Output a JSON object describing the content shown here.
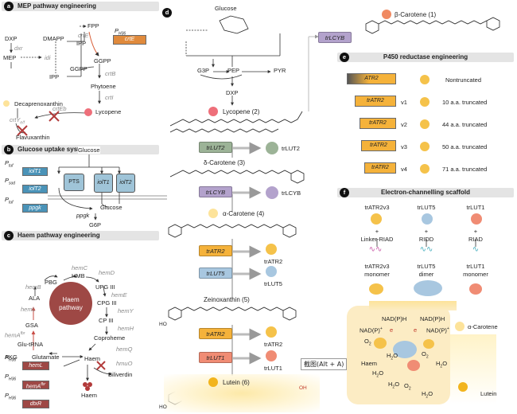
{
  "panel_a": {
    "letter": "a",
    "title": "MEP pathway engineering",
    "dxp": "DXP",
    "dxr": "dxr",
    "mep": "MEP",
    "idi": "idi",
    "dmapp": "DMAPP",
    "ipp": "IPP",
    "fpp": "FPP",
    "crtE": "crtE",
    "ipp2": "IPP",
    "promoter": "P",
    "promoter_sub": "H36",
    "crtE_box": "crtE",
    "ggpp": "GGPP",
    "ggpp2": "GGPP",
    "crtB": "crtB",
    "phytoene": "Phytoene",
    "crtI": "crtI",
    "lycopene": "Lycopene",
    "decaprenoxanthin": "Decaprenoxanthin",
    "crtYef": "crtY",
    "crtYef_sub": "e/f",
    "crtEb": "crtEb",
    "flavuxanthin": "Flavuxanthin"
  },
  "panel_b": {
    "letter": "b",
    "title": "Glucose uptake system",
    "glucose_top": "Glucose",
    "promoters": [
      {
        "p": "P",
        "sub": "tuf",
        "gene": "iolT1"
      },
      {
        "p": "P",
        "sub": "sod",
        "gene": "iolT2"
      },
      {
        "p": "P",
        "sub": "tuf",
        "gene": "ppgk"
      }
    ],
    "pts": "PTS",
    "iolT1": "iolT1",
    "iolT2": "iolT2",
    "glucose": "Glucose",
    "ppgk": "ppgk",
    "g6p": "G6P"
  },
  "panel_c": {
    "letter": "c",
    "title": "Haem pathway engineering",
    "hmb": "HMB",
    "hemC": "hemC",
    "hemD": "hemD",
    "pbg": "PBG",
    "upg": "UPG III",
    "hemB": "hemB",
    "hemE": "hemE",
    "ala": "ALA",
    "cpg": "CPG III",
    "hemL": "hemL",
    "hemY": "hemY",
    "circle": "Haem pathway",
    "cp": "CP III",
    "gsa": "GSA",
    "hemH": "hemH",
    "hemA": "hemA",
    "hemA_sup": "fbr",
    "coproheme": "Coproheme",
    "glu_trna": "Glu-tRNA",
    "hemQ": "hemQ",
    "akg": "AKG",
    "glutamate": "Glutamate",
    "haem": "Haem",
    "hmuO": "hmuO",
    "biliverdin": "Biliverdin",
    "haem2": "Haem",
    "promoters": [
      {
        "p": "P",
        "sub": "H36",
        "gene": "hemL",
        "sup": ""
      },
      {
        "p": "P",
        "sub": "H36",
        "gene": "hemA",
        "sup": "fbr"
      },
      {
        "p": "P",
        "sub": "H36",
        "gene": "dtxR",
        "sup": ""
      }
    ]
  },
  "panel_d": {
    "letter": "d",
    "glucose": "Glucose",
    "g3p": "G3P",
    "pep": "PEP",
    "pyr": "PYR",
    "dxp": "DXP",
    "lycopene": "Lycopene (2)",
    "trLUT2": "trLUT2",
    "trLUT2_label": "trLUT2",
    "delta_carotene": "δ-Carotene (3)",
    "trLCYB": "trLCYB",
    "trLCYB_label": "trLCYB",
    "alpha_carotene": "α-Carotene (4)",
    "trATR2": "trATR2",
    "trATR2_label": "trATR2",
    "trLUT5": "trLUT5",
    "trLUT5_label": "trLUT5",
    "zeinoxanthin": "Zeinoxanthin (5)",
    "trATR2b": "trATR2",
    "trATR2b_label": "trATR2",
    "trLUT1": "trLUT1",
    "trLUT1_label": "trLUT1",
    "lutein": "Lutein (6)",
    "oh1": "OH",
    "ho1": "HO",
    "oh2": "OH",
    "ho2": "HO",
    "trLCYB_top": "trLCYB",
    "beta_carotene": "β-Carotene (1)"
  },
  "panel_e": {
    "letter": "e",
    "title": "P450 reductase engineering",
    "rows": [
      {
        "gene": "ATR2",
        "label": "Nontruncated",
        "version": ""
      },
      {
        "gene": "trATR2",
        "label": "10 a.a. truncated",
        "version": "v1"
      },
      {
        "gene": "trATR2",
        "label": "44 a.a. truncated",
        "version": "v2"
      },
      {
        "gene": "trATR2",
        "label": "50 a.a. truncated",
        "version": "v3"
      },
      {
        "gene": "trATR2",
        "label": "71 a.a. truncated",
        "version": "v4"
      }
    ]
  },
  "panel_f": {
    "letter": "f",
    "title": "Electron-channelling scaffold",
    "col1_top": "trATR2v3",
    "col2_top": "trLUT5",
    "col3_top": "trLUT1",
    "plus": "+",
    "col1_mid": "Linker-RIAD",
    "col2_mid": "RIDD",
    "col3_mid": "RIAD",
    "col1_bot1": "trATR2v3",
    "col1_bot2": "monomer",
    "col2_bot1": "trLUT5",
    "col2_bot2": "dimer",
    "col3_bot1": "trLUT1",
    "col3_bot2": "monomer",
    "nadph1": "NAD(P)H",
    "nadph2": "NAD(P)H",
    "nadp1": "NAD(P)",
    "nadp1_sup": "+",
    "nadp2": "NAD(P)",
    "nadp2_sup": "+",
    "e1": "e",
    "e2": "e",
    "o2_1": "O",
    "o2_2": "O",
    "o2_3": "O",
    "h2o_1": "H",
    "h2o_2": "H",
    "h2o_3": "H",
    "h2o_4": "H",
    "h2o_5": "H",
    "haem": "Haem",
    "alpha_carotene": "α-Carotene",
    "lutein": "Lutein",
    "screenshot_tag": "截图(Alt + A)"
  },
  "colors": {
    "panel_header": "#e4e4e4",
    "lycopene": "#ee6f7a",
    "alpha_carotene": "#fde39a",
    "lutein": "#f2b41d",
    "beta_carotene": "#f08a62",
    "trLUT2": "#9cb397",
    "trLCYB": "#b3a2cc",
    "trATR2": "#f5b23a",
    "trLUT5": "#a8c7e0",
    "trLUT1": "#f08c74",
    "haem_circle": "#9e4845",
    "gene_blue": "#4a93b8",
    "gene_red": "#9e4845"
  }
}
